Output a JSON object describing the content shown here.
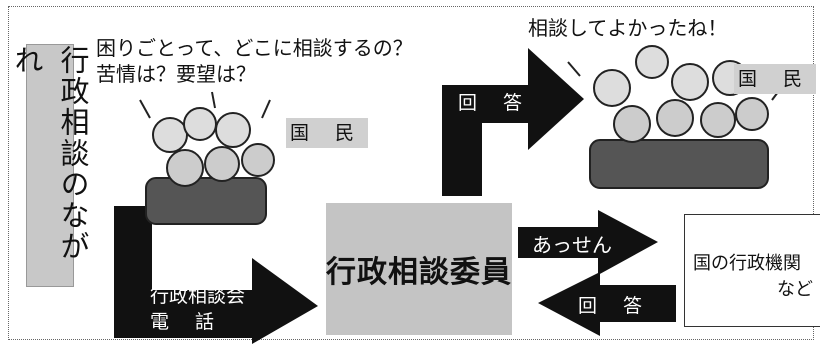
{
  "sidebar": {
    "title": "行政相談のながれ"
  },
  "top_left": {
    "question_line1": "困りごとって、どこに相談するの？",
    "question_line2": "苦情は？要望は？"
  },
  "top_right": {
    "caption": "相談してよかったね！"
  },
  "people_label_left": "国 民",
  "people_label_right": "国 民",
  "answer_up_label": "回 答",
  "meeting_label_line1": "行政相談会",
  "meeting_label_line2": "電 話",
  "committee_label": "行政相談委員",
  "mediation_label": "あっせん",
  "answer_back_label": "回 答",
  "agency": {
    "line1": "国の行政機関",
    "line2": "など"
  },
  "colors": {
    "arrow": "#111111",
    "highlight": "#c8c8c8",
    "background": "#ffffff"
  }
}
